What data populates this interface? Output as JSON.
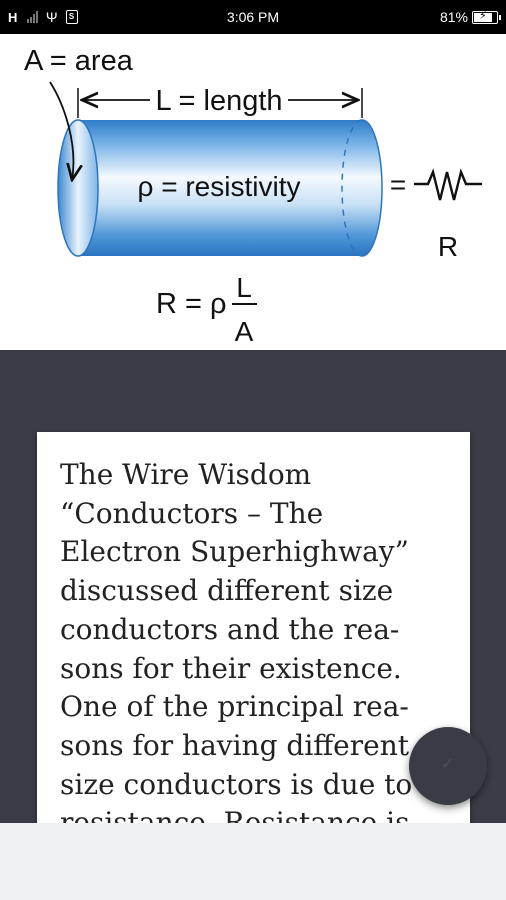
{
  "status_bar": {
    "network": "H",
    "time": "3:06 PM",
    "battery_percent": "81%",
    "battery_level": 0.81,
    "icons": [
      "signal-icon",
      "usb-icon",
      "screenshot-icon",
      "battery-charging-icon"
    ]
  },
  "diagram": {
    "area_label": "A = area",
    "length_label": "L = length",
    "resistivity_label": "ρ = resistivity",
    "equals": "=",
    "resistor_label": "R",
    "formula_lhs": "R = ρ",
    "formula_numerator": "L",
    "formula_denominator": "A",
    "colors": {
      "cylinder": "#3a86d3",
      "cylinder_light": "#e8f3fc"
    }
  },
  "article": {
    "text": "The Wire Wisdom\n“Conductors – The\nElectron Superhighway”\ndiscussed different size\nconductors and the rea-\nsons for their existence.\nOne of the principal rea-\nsons for having different\nsize conductors is due to\nresistance. Resistance is"
  },
  "colors": {
    "background": "#3a3d46",
    "card": "#ffffff",
    "bottom_panel": "#eef0f3"
  }
}
